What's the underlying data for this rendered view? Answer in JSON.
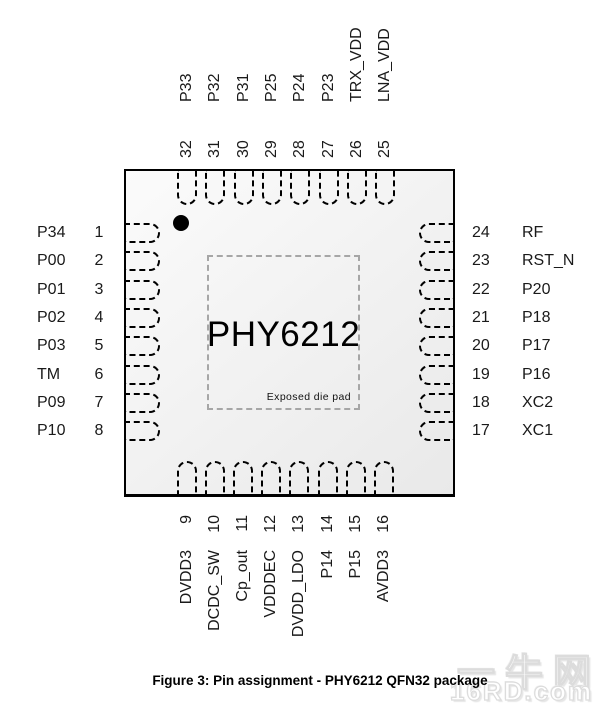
{
  "figure": {
    "chip_name": "PHY6212",
    "die_pad_label": "Exposed die pad",
    "caption": "Figure 3: Pin assignment - PHY6212 QFN32 package"
  },
  "pins": {
    "left": [
      {
        "num": "1",
        "name": "P34"
      },
      {
        "num": "2",
        "name": "P00"
      },
      {
        "num": "3",
        "name": "P01"
      },
      {
        "num": "4",
        "name": "P02"
      },
      {
        "num": "5",
        "name": "P03"
      },
      {
        "num": "6",
        "name": "TM"
      },
      {
        "num": "7",
        "name": "P09"
      },
      {
        "num": "8",
        "name": "P10"
      }
    ],
    "top": [
      {
        "num": "32",
        "name": "P33"
      },
      {
        "num": "31",
        "name": "P32"
      },
      {
        "num": "30",
        "name": "P31"
      },
      {
        "num": "29",
        "name": "P25"
      },
      {
        "num": "28",
        "name": "P24"
      },
      {
        "num": "27",
        "name": "P23"
      },
      {
        "num": "26",
        "name": "TRX_VDD"
      },
      {
        "num": "25",
        "name": "LNA_VDD"
      }
    ],
    "right": [
      {
        "num": "24",
        "name": "RF"
      },
      {
        "num": "23",
        "name": "RST_N"
      },
      {
        "num": "22",
        "name": "P20"
      },
      {
        "num": "21",
        "name": "P18"
      },
      {
        "num": "20",
        "name": "P17"
      },
      {
        "num": "19",
        "name": "P16"
      },
      {
        "num": "18",
        "name": "XC2"
      },
      {
        "num": "17",
        "name": "XC1"
      }
    ],
    "bottom": [
      {
        "num": "9",
        "name": "DVDD3"
      },
      {
        "num": "10",
        "name": "DCDC_SW"
      },
      {
        "num": "11",
        "name": "Cp_out"
      },
      {
        "num": "12",
        "name": "VDDDEC"
      },
      {
        "num": "13",
        "name": "DVDD_LDO"
      },
      {
        "num": "14",
        "name": "P14"
      },
      {
        "num": "15",
        "name": "P15"
      },
      {
        "num": "16",
        "name": "AVDD3"
      }
    ]
  },
  "watermark": {
    "line1": "一牛网",
    "line2": "16RD.com"
  },
  "colors": {
    "pin_outline": "#000000",
    "chip_fill": "#f1f1f1",
    "die_pad_outline": "#a6a6a6",
    "text": "#1a1a1a"
  }
}
